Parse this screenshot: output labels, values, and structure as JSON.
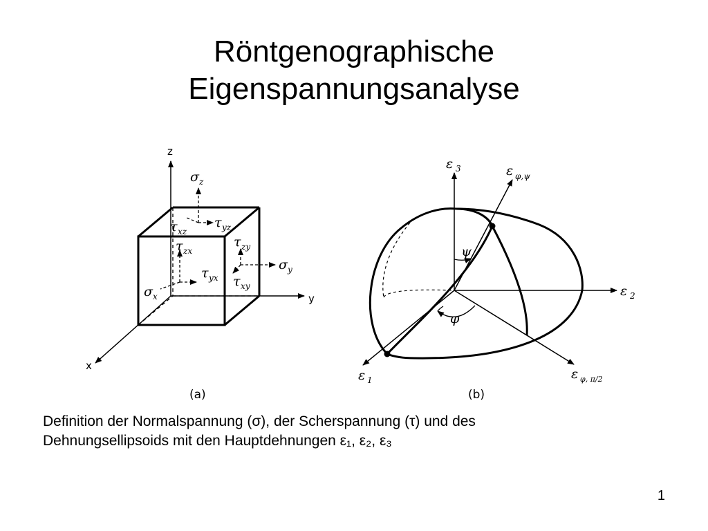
{
  "slide": {
    "title_line1": "Röntgenographische",
    "title_line2": "Eigenspannungsanalyse",
    "caption_line1": "Definition der Normalspannung (σ), der Scherspannung (τ) und des",
    "caption_line2": "Dehnungsellipsoids mit den Hauptdehnungen ε₁, ε₂, ε₃",
    "page_number": "1"
  },
  "figure": {
    "panel_a": {
      "label": "(a)",
      "axis_z": "z",
      "axis_y": "y",
      "axis_x": "x",
      "sigma": "σ",
      "tau": "τ",
      "sub_z": "z",
      "sub_x": "x",
      "sub_y": "y",
      "sub_xz": "xz",
      "sub_yz": "yz",
      "sub_zx": "zx",
      "sub_zy": "zy",
      "sub_yx": "yx",
      "sub_xy": "xy"
    },
    "panel_b": {
      "label": "(b)",
      "epsilon": "ε",
      "sub_1": "1",
      "sub_2": "2",
      "sub_3": "3",
      "sub_phi_psi": "φ,ψ",
      "sub_phi_half_pi": "φ, π/2",
      "psi": "ψ",
      "phi": "φ"
    }
  }
}
